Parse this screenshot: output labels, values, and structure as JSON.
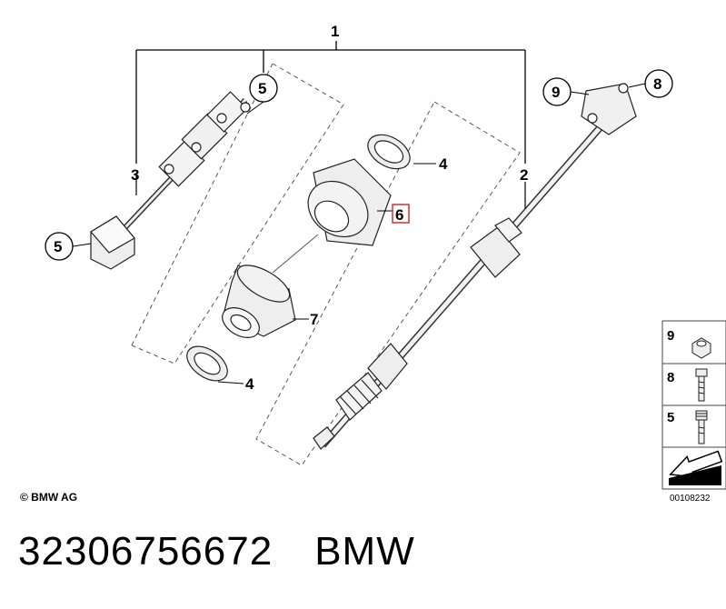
{
  "diagram": {
    "callouts": {
      "assembly": "1",
      "lower_shaft": "2",
      "upper_shaft": "3",
      "ring_upper": "4",
      "ring_lower": "4",
      "bolt_upper": "5",
      "bolt_lower": "5",
      "bellows_highlighted": "6",
      "boot": "7",
      "bolt_flange": "8",
      "nut_flange": "9"
    },
    "legend": {
      "items": [
        {
          "label": "9",
          "icon": "nut-icon"
        },
        {
          "label": "8",
          "icon": "bolt-icon"
        },
        {
          "label": "5",
          "icon": "splined-bolt-icon"
        }
      ],
      "arrow_icon": "direction-arrow-icon"
    },
    "copyright": "© BMW AG",
    "diagram_id": "00108232",
    "highlight_color": "#d03030"
  },
  "caption": {
    "part_number": "32306756672",
    "brand": "BMW"
  }
}
